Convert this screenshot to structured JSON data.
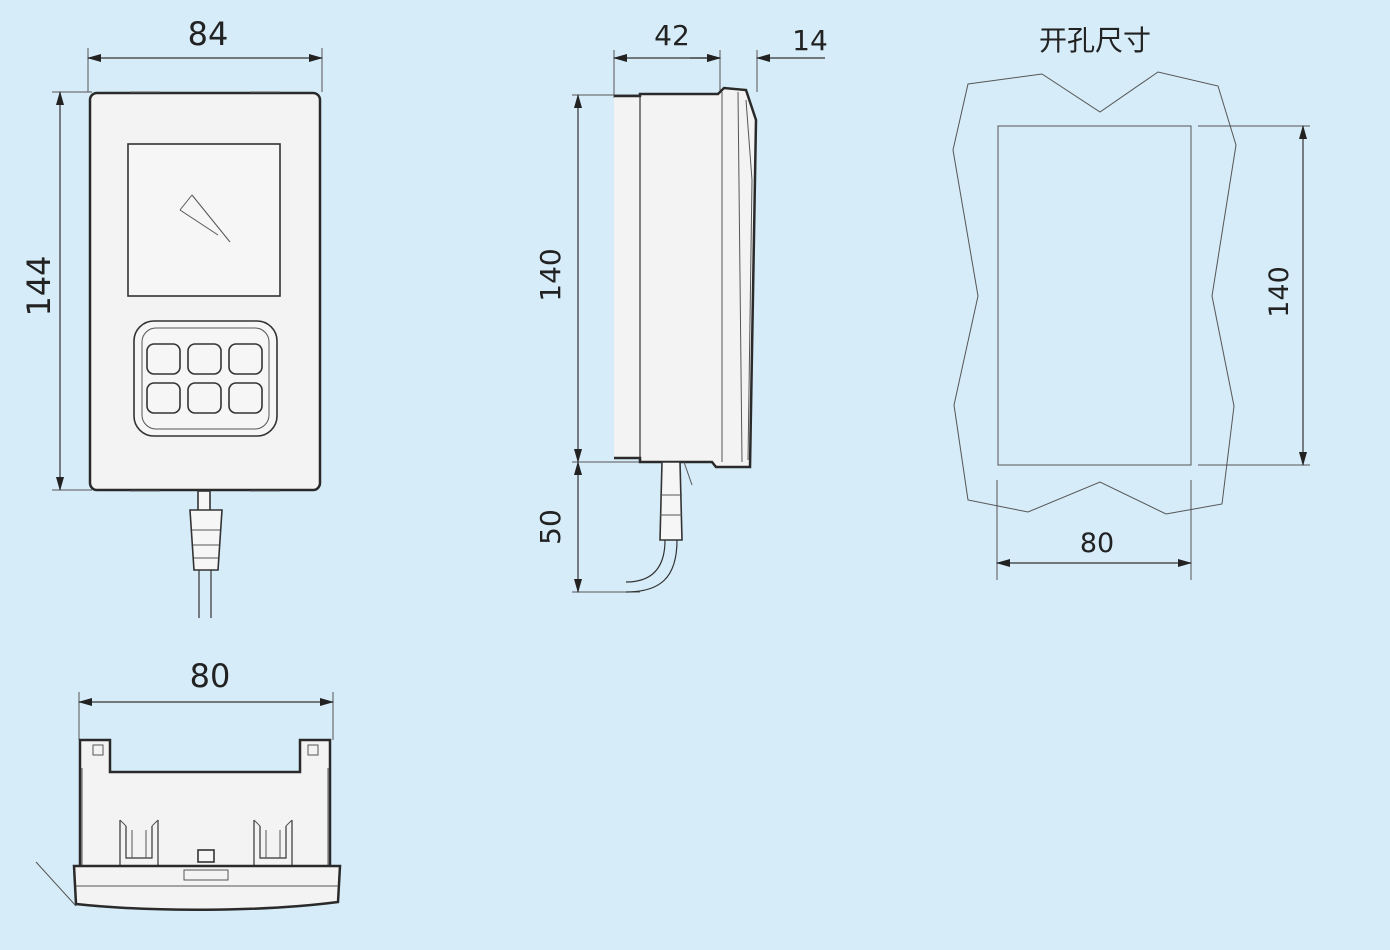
{
  "front_view": {
    "width_dim": "84",
    "height_dim": "144"
  },
  "side_view": {
    "depth_dim": "42",
    "bezel_dim": "14",
    "height_dim": "140",
    "cable_dim": "50"
  },
  "cutout_view": {
    "title": "开孔尺寸",
    "height_dim": "140",
    "width_dim": "80"
  },
  "bottom_view": {
    "width_dim": "80"
  },
  "colors": {
    "background": "#d6ecf8",
    "line": "#333333",
    "fill": "#f3f3f3"
  }
}
